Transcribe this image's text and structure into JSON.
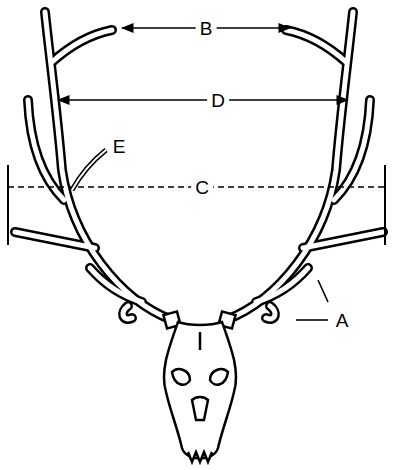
{
  "diagram": {
    "labels": [
      "B",
      "D",
      "E",
      "C",
      "A"
    ]
  }
}
